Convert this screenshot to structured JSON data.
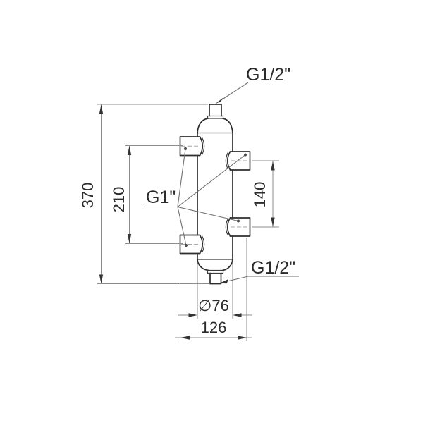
{
  "drawing": {
    "labels": {
      "top_connection": "G1/2\"",
      "side_connections": "G1\"",
      "bottom_connection": "G1/2\""
    },
    "dimensions": {
      "overall_height": "370",
      "left_port_spacing": "210",
      "right_port_spacing": "140",
      "body_diameter": "∅76",
      "overall_width": "126"
    },
    "colors": {
      "background": "#ffffff",
      "object_line": "#2e2e2e",
      "dimension_line": "#8c8c8c",
      "text": "#2b2b2b"
    }
  }
}
